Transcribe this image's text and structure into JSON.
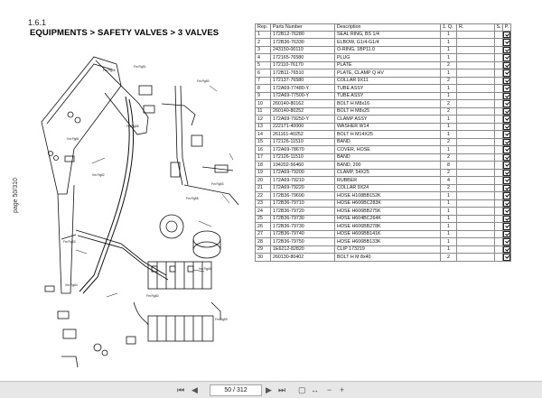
{
  "document": {
    "section": "1.6.1",
    "title": "EQUIPMENTS > SAFETY VALVES > 3 VALVES",
    "side_label": "page 50/310"
  },
  "table": {
    "headers": {
      "ref": "Rep.",
      "part": "Parts Number",
      "desc": "Description",
      "q": "1. Q.",
      "r": "R.",
      "s": "S.",
      "p": "P."
    },
    "rows": [
      {
        "ref": "1",
        "pn": "172B12-76280",
        "desc": "SEAL RING, BS 1/4",
        "q": "1"
      },
      {
        "ref": "2",
        "pn": "172B36-76330",
        "desc": "ELBOW, G1/4-G1/4",
        "q": "1"
      },
      {
        "ref": "3",
        "pn": "243150-00110",
        "desc": "O-RING, 1BP11.0",
        "q": "1"
      },
      {
        "ref": "4",
        "pn": "172165-76580",
        "desc": "PLUG",
        "q": "1"
      },
      {
        "ref": "5",
        "pn": "172110-76170",
        "desc": "PLATE",
        "q": "2"
      },
      {
        "ref": "6",
        "pn": "172B11-76510",
        "desc": "PLATE, CLAMP Q HV",
        "q": "1"
      },
      {
        "ref": "7",
        "pn": "172137-76580",
        "desc": "COLLAR 9X11",
        "q": "2"
      },
      {
        "ref": "8",
        "pn": "172A69-77480-Y",
        "desc": "TUBE ASSY",
        "q": "1"
      },
      {
        "ref": "9",
        "pn": "172A69-77500-Y",
        "desc": "TUBE ASSY",
        "q": "1"
      },
      {
        "ref": "10",
        "pn": "260140-80162",
        "desc": "BOLT H M8x16",
        "q": "2"
      },
      {
        "ref": "11",
        "pn": "260140-80252",
        "desc": "BOLT H M8x25",
        "q": "2"
      },
      {
        "ref": "12",
        "pn": "172A69-79250-Y",
        "desc": "CLAMP ASSY",
        "q": "1"
      },
      {
        "ref": "13",
        "pn": "222171-40000",
        "desc": "WASHER W14",
        "q": "1"
      },
      {
        "ref": "14",
        "pn": "261161-40252",
        "desc": "BOLT H M14X25",
        "q": "1"
      },
      {
        "ref": "15",
        "pn": "172126-11510",
        "desc": "BAND",
        "q": "2"
      },
      {
        "ref": "16",
        "pn": "172A69-78670",
        "desc": "COVER, HOSE",
        "q": "1"
      },
      {
        "ref": "17",
        "pn": "172126-11510",
        "desc": "BAND",
        "q": "2"
      },
      {
        "ref": "18",
        "pn": "194202-56460",
        "desc": "BAND, 200",
        "q": "8"
      },
      {
        "ref": "19",
        "pn": "172A69-79200",
        "desc": "CLAMP, 54X25",
        "q": "2"
      },
      {
        "ref": "20",
        "pn": "172A69-79210",
        "desc": "RUBBER",
        "q": "4"
      },
      {
        "ref": "21",
        "pn": "172A69-79220",
        "desc": "COLLAR 9X24",
        "q": "2"
      },
      {
        "ref": "22",
        "pn": "172B36-79690",
        "desc": "HOSE H108BB152K",
        "q": "1"
      },
      {
        "ref": "23",
        "pn": "172B36-79710",
        "desc": "HOSE H606BC283K",
        "q": "1"
      },
      {
        "ref": "24",
        "pn": "172B36-79720",
        "desc": "HOSE H606BB275K",
        "q": "1"
      },
      {
        "ref": "25",
        "pn": "172B36-79730",
        "desc": "HOSE H604BC264K",
        "q": "1"
      },
      {
        "ref": "26",
        "pn": "172B36-79730",
        "desc": "HOSE H606BB278K",
        "q": "1"
      },
      {
        "ref": "27",
        "pn": "172B36-79740",
        "desc": "HOSE H606BB141K",
        "q": "1"
      },
      {
        "ref": "28",
        "pn": "172B36-79750",
        "desc": "HOSE H606BB133K",
        "q": "1"
      },
      {
        "ref": "29",
        "pn": "1E6212-82820",
        "desc": "CLIP 173219",
        "q": "1"
      },
      {
        "ref": "30",
        "pn": "260130-80402",
        "desc": "BOLT H M 8x40",
        "q": "2"
      }
    ]
  },
  "toolbar": {
    "page_value": "50 / 312",
    "icons": [
      "first-page-icon",
      "prev-page-icon",
      "next-page-icon",
      "last-page-icon",
      "fit-page-icon",
      "fit-width-icon",
      "zoom-out-icon",
      "zoom-in-icon"
    ]
  }
}
